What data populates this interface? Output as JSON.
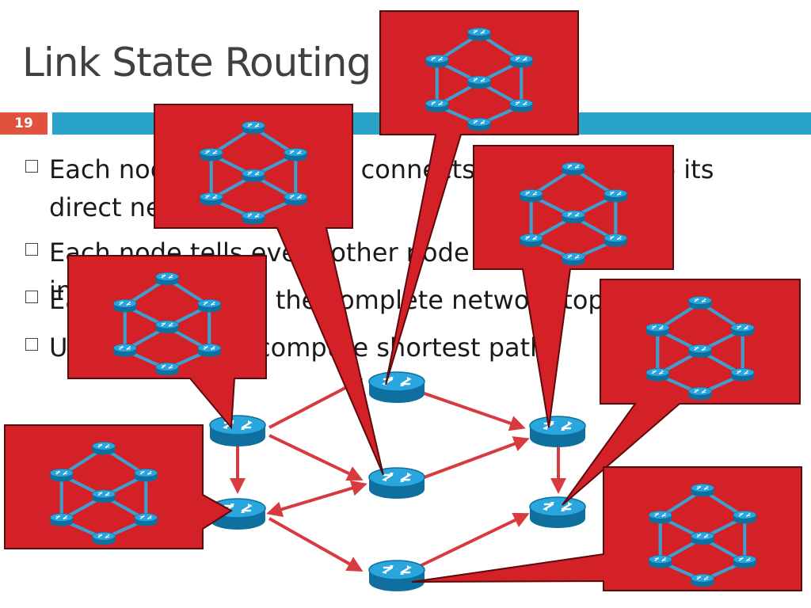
{
  "slide": {
    "title": "Link State Routing",
    "number": "19"
  },
  "bullets": [
    "Each node learns who it connects to by talking to its direct neighbors",
    "Each node tells every other node its connection information",
    "Each node learns the complete network topology",
    "Uses Dijkstra to compute shortest paths"
  ],
  "colors": {
    "accent": "#e0523d",
    "rule": "#2aa3c9",
    "callout": "#d42027",
    "link": "#d73a3f",
    "router": "#1f8fc4"
  },
  "icons": {
    "router": "router-icon",
    "bullet": "square-bullet-icon"
  }
}
